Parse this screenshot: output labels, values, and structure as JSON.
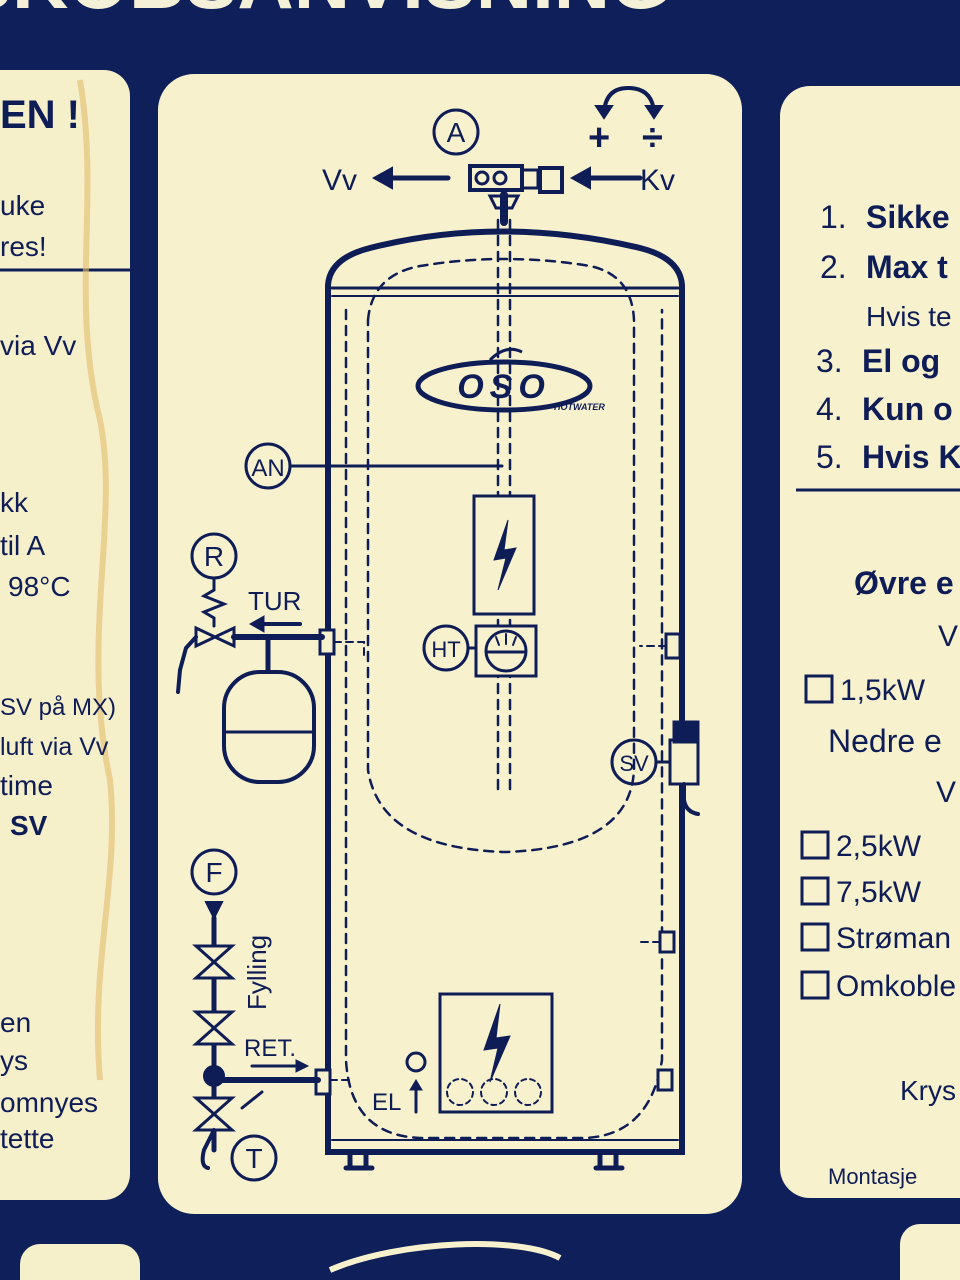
{
  "header": {
    "title_fragment": "SKOBSANVISNING"
  },
  "left_panel": {
    "heading": "EN !",
    "lines": [
      "uke",
      "res!",
      "via Vv",
      "kk",
      "til A",
      "98°C",
      "SV på MX)",
      "luft via Vv",
      "time",
      "SV",
      "en",
      "ys",
      "omnyes",
      "tette"
    ]
  },
  "diagram": {
    "labels": {
      "A": "A",
      "Vv": "Vv",
      "Kv": "Kv",
      "plus": "+",
      "minus": "÷",
      "AN": "AN",
      "R": "R",
      "TUR": "TUR",
      "HT": "HT",
      "SV": "SV",
      "F": "F",
      "Fylling": "Fylling",
      "RET": "RET.",
      "EL": "EL",
      "T": "T"
    },
    "logo": {
      "text": "OSO",
      "subtext": "HOTWATER"
    }
  },
  "right_panel": {
    "numbered": [
      {
        "num": "1.",
        "text": "Sikke"
      },
      {
        "num": "2.",
        "text": "Max t"
      },
      {
        "num": "",
        "text": "Hvis te"
      },
      {
        "num": "3.",
        "text": "El og"
      },
      {
        "num": "4.",
        "text": "Kun o"
      },
      {
        "num": "5.",
        "text": "Hvis K"
      }
    ],
    "upper_heading": "Øvre e",
    "upper_sub": "V",
    "upper_option": "1,5kW",
    "lower_heading": "Nedre e",
    "lower_sub": "V",
    "lower_options": [
      "2,5kW",
      "7,5kW",
      "Strøman",
      "Omkoble"
    ],
    "footer1": "Krys",
    "footer2": "Montasje"
  }
}
